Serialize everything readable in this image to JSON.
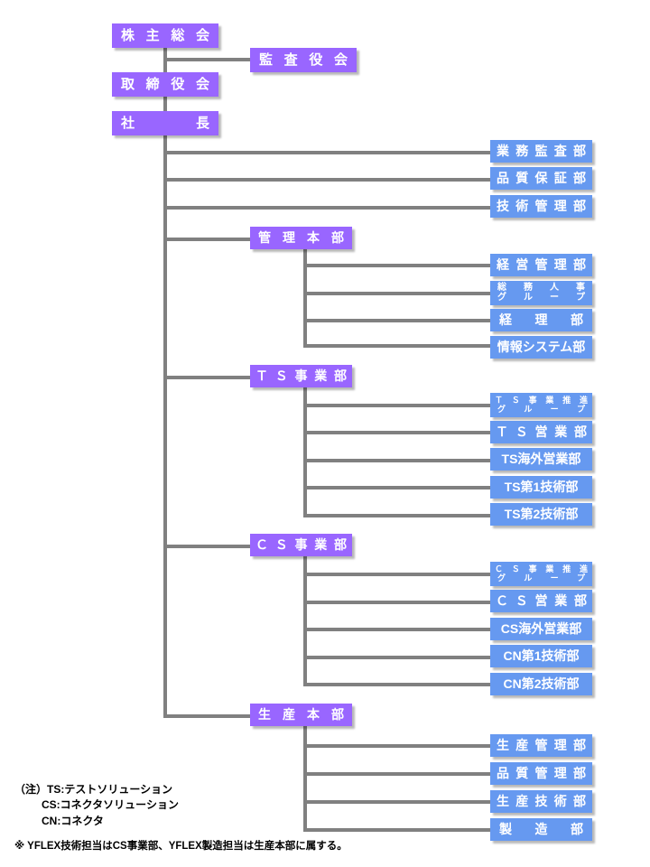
{
  "chart": {
    "title_present": false,
    "colors": {
      "top_level_box": "#9966ff",
      "department_box": "#6699f0",
      "connector_line": "#808080",
      "box_text": "#ffffff",
      "background": "#ffffff",
      "footnote_text": "#000000"
    }
  },
  "nodes": {
    "shareholders_meeting": {
      "label": "株主総会",
      "chars": [
        "株",
        "主",
        "総",
        "会"
      ]
    },
    "auditors_board": {
      "label": "監査役会",
      "chars": [
        "監",
        "査",
        "役",
        "会"
      ]
    },
    "board_of_directors": {
      "label": "取締役会",
      "chars": [
        "取",
        "締",
        "役",
        "会"
      ]
    },
    "president": {
      "label": "社長",
      "chars": [
        "社",
        "長"
      ]
    }
  },
  "direct_departments": [
    {
      "label": "業務監査部",
      "chars": [
        "業",
        "務",
        "監",
        "査",
        "部"
      ]
    },
    {
      "label": "品質保証部",
      "chars": [
        "品",
        "質",
        "保",
        "証",
        "部"
      ]
    },
    {
      "label": "技術管理部",
      "chars": [
        "技",
        "術",
        "管",
        "理",
        "部"
      ]
    }
  ],
  "divisions": [
    {
      "id": "management-division",
      "label": "管理本部",
      "chars": [
        "管",
        "理",
        "本",
        "部"
      ],
      "children": [
        {
          "label": "経営管理部",
          "chars": [
            "経",
            "営",
            "管",
            "理",
            "部"
          ],
          "lines": null
        },
        {
          "label": "総務人事グループ",
          "lines": [
            [
              "総",
              "務",
              "人",
              "事"
            ],
            [
              "グ",
              "ル",
              "ー",
              "プ"
            ]
          ]
        },
        {
          "label": "経理部",
          "chars": [
            "経",
            "理",
            "部"
          ],
          "lines": null
        },
        {
          "label": "情報システム部",
          "plain": "情報システム部",
          "lines": null
        }
      ]
    },
    {
      "id": "ts-division",
      "label": "ＴＳ事業部",
      "chars": [
        "Ｔ",
        "Ｓ",
        "事",
        "業",
        "部"
      ],
      "children": [
        {
          "label": "ＴＳ事業推進グループ",
          "lines": [
            [
              "Ｔ",
              "Ｓ",
              "事",
              "業",
              "推",
              "進"
            ],
            [
              "グ",
              "ル",
              "ー",
              "プ"
            ]
          ]
        },
        {
          "label": "ＴＳ営業部",
          "chars": [
            "Ｔ",
            "Ｓ",
            "営",
            "業",
            "部"
          ],
          "lines": null
        },
        {
          "label": "TS海外営業部",
          "plain": "TS海外営業部",
          "lines": null
        },
        {
          "label": "TS第1技術部",
          "plain": "TS第1技術部",
          "lines": null
        },
        {
          "label": "TS第2技術部",
          "plain": "TS第2技術部",
          "lines": null
        }
      ]
    },
    {
      "id": "cs-division",
      "label": "ＣＳ事業部",
      "chars": [
        "Ｃ",
        "Ｓ",
        "事",
        "業",
        "部"
      ],
      "children": [
        {
          "label": "ＣＳ事業推進グループ",
          "lines": [
            [
              "Ｃ",
              "Ｓ",
              "事",
              "業",
              "推",
              "進"
            ],
            [
              "グ",
              "ル",
              "ー",
              "プ"
            ]
          ]
        },
        {
          "label": "ＣＳ営業部",
          "chars": [
            "Ｃ",
            "Ｓ",
            "営",
            "業",
            "部"
          ],
          "lines": null
        },
        {
          "label": "CS海外営業部",
          "plain": "CS海外営業部",
          "lines": null
        },
        {
          "label": "CN第1技術部",
          "plain": "CN第1技術部",
          "lines": null
        },
        {
          "label": "CN第2技術部",
          "plain": "CN第2技術部",
          "lines": null
        }
      ]
    },
    {
      "id": "production-division",
      "label": "生産本部",
      "chars": [
        "生",
        "産",
        "本",
        "部"
      ],
      "children": [
        {
          "label": "生産管理部",
          "chars": [
            "生",
            "産",
            "管",
            "理",
            "部"
          ],
          "lines": null
        },
        {
          "label": "品質管理部",
          "chars": [
            "品",
            "質",
            "管",
            "理",
            "部"
          ],
          "lines": null
        },
        {
          "label": "生産技術部",
          "chars": [
            "生",
            "産",
            "技",
            "術",
            "部"
          ],
          "lines": null
        },
        {
          "label": "製造部",
          "chars": [
            "製",
            "造",
            "部"
          ],
          "lines": null
        }
      ]
    }
  ],
  "footnotes": {
    "legend": [
      "（注）TS:テストソリューション",
      "CS:コネクタソリューション",
      "CN:コネクタ"
    ],
    "note": "※ YFLEX技術担当はCS事業部、YFLEX製造担当は生産本部に属する。"
  }
}
